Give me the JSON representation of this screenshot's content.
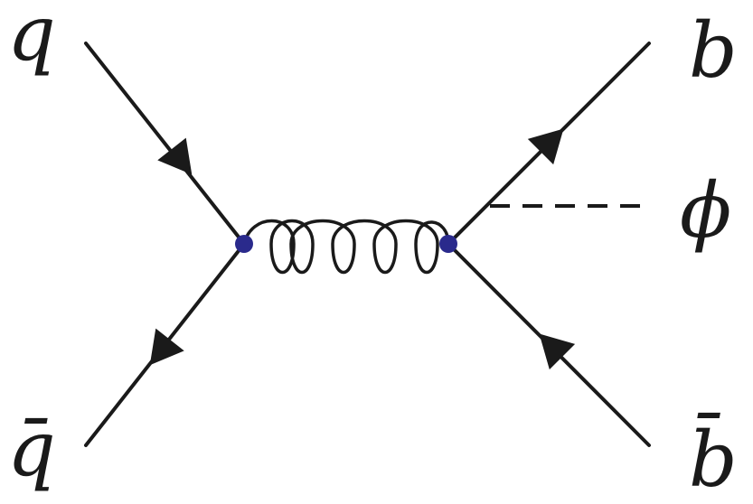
{
  "labels": {
    "q_in": "q",
    "qbar_in": "q̄",
    "b_out": "b",
    "bbar_out": "b̄",
    "phi_out": "ϕ"
  },
  "colors": {
    "line": "#1a1a1a",
    "vertex": "#2a2a8c",
    "background": "#ffffff"
  }
}
